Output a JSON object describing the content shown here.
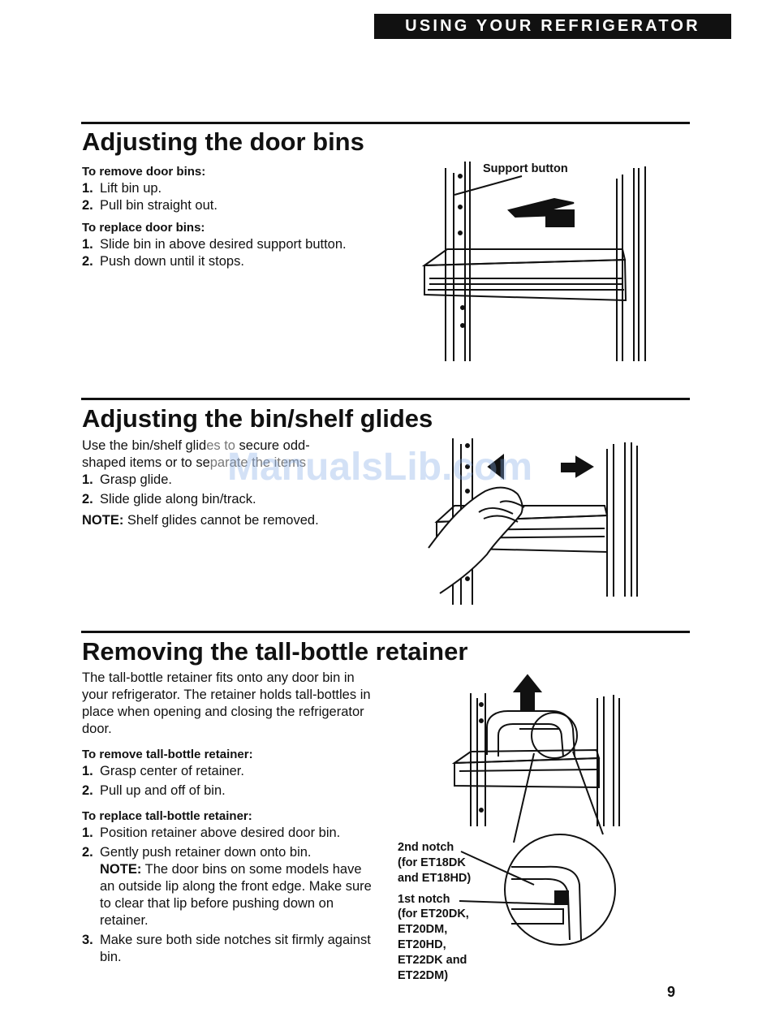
{
  "header": {
    "title": "USING YOUR REFRIGERATOR"
  },
  "sections": {
    "door_bins": {
      "title": "Adjusting the door bins",
      "remove_heading": "To remove door bins:",
      "remove_steps": [
        "Lift bin up.",
        "Pull bin straight out."
      ],
      "replace_heading": "To replace door bins:",
      "replace_steps": [
        "Slide bin in above desired support button.",
        "Push down until it stops."
      ],
      "figure_label": "Support button"
    },
    "glides": {
      "title": "Adjusting the bin/shelf glides",
      "intro_line1": "Use the bin/shelf glid",
      "intro_line1_obscured": "es to",
      "intro_line1_end": " secure odd-",
      "intro_line2": "shaped items or to se",
      "intro_line2_obscured": "parate the items",
      "intro_line2_end": "",
      "steps": [
        "Grasp glide.",
        "Slide glide along bin/track."
      ],
      "note_label": "NOTE:",
      "note_text": " Shelf glides cannot be removed."
    },
    "retainer": {
      "title": "Removing the tall-bottle retainer",
      "intro": "The tall-bottle retainer fits onto any door bin in your refrigerator. The retainer holds tall-bottles in place when opening and closing the refrigerator door.",
      "remove_heading": "To remove tall-bottle retainer:",
      "remove_steps": [
        "Grasp center of retainer.",
        "Pull up and off of bin."
      ],
      "replace_heading": "To replace tall-bottle retainer:",
      "replace_step1": "Position retainer above desired door bin.",
      "replace_step2": "Gently push retainer down onto bin.",
      "note_label": "NOTE:",
      "note_text": " The door bins on some models have an outside lip along the front edge. Make sure to clear that lip before pushing down on retainer.",
      "replace_step3": "Make sure both side notches sit firmly against bin.",
      "notch2_lines": [
        "2nd notch",
        "(for ET18DK",
        "and ET18HD)"
      ],
      "notch1_lines": [
        "1st notch",
        "(for ET20DK,",
        "ET20DM,",
        "ET20HD,",
        "ET22DK and",
        "ET22DM)"
      ]
    }
  },
  "watermark": "ManualsLib.com",
  "page_number": "9"
}
